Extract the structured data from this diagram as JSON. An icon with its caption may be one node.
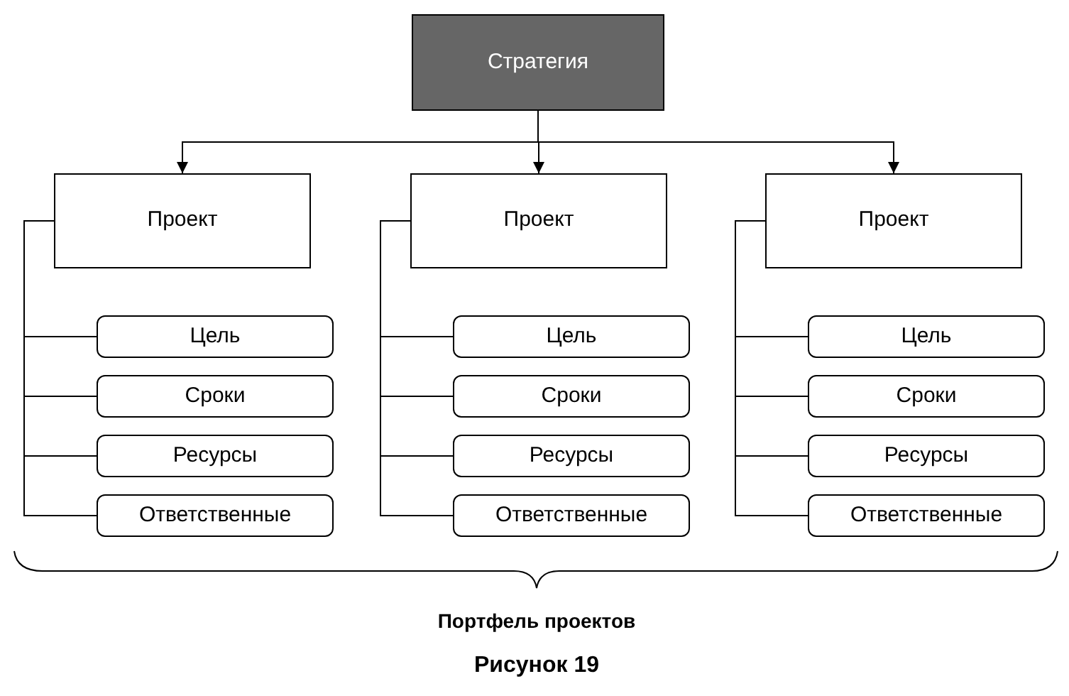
{
  "diagram": {
    "caption": "Рисунок 19",
    "nodes": [
      {
        "text": [
          "Стратегия"
        ]
      },
      {
        "text": [
          "Проект"
        ]
      },
      {
        "text": [
          "Цель"
        ]
      },
      {
        "text": [
          "Сроки"
        ]
      },
      {
        "text": [
          "Ресурсы"
        ]
      },
      {
        "text": [
          "Ответственные"
        ]
      },
      {
        "text": [
          "Проект"
        ]
      },
      {
        "text": [
          "Цель"
        ]
      },
      {
        "text": [
          "Сроки"
        ]
      },
      {
        "text": [
          "Ресурсы"
        ]
      },
      {
        "text": [
          "Ответственные"
        ]
      },
      {
        "text": [
          "Проект"
        ]
      },
      {
        "text": [
          "Цель"
        ]
      },
      {
        "text": [
          "Сроки"
        ]
      },
      {
        "text": [
          "Ресурсы"
        ]
      },
      {
        "text": [
          "Ответственные"
        ]
      }
    ],
    "edges": [
      {
        "from": 0,
        "to": 1,
        "arrow": "to"
      },
      {
        "from": 0,
        "to": 6,
        "arrow": "to"
      },
      {
        "from": 0,
        "to": 11,
        "arrow": "to"
      },
      {
        "from": 1,
        "to": 2,
        "arrow": "none"
      },
      {
        "from": 1,
        "to": 3,
        "arrow": "none"
      },
      {
        "from": 1,
        "to": 4,
        "arrow": "none"
      },
      {
        "from": 1,
        "to": 5,
        "arrow": "none"
      },
      {
        "from": 6,
        "to": 7,
        "arrow": "none"
      },
      {
        "from": 6,
        "to": 8,
        "arrow": "none"
      },
      {
        "from": 6,
        "to": 9,
        "arrow": "none"
      },
      {
        "from": 6,
        "to": 10,
        "arrow": "none"
      },
      {
        "from": 11,
        "to": 12,
        "arrow": "none"
      },
      {
        "from": 11,
        "to": 13,
        "arrow": "none"
      },
      {
        "from": 11,
        "to": 14,
        "arrow": "none"
      },
      {
        "from": 11,
        "to": 15,
        "arrow": "none"
      }
    ],
    "labels": [
      "Портфель проектов"
    ]
  }
}
